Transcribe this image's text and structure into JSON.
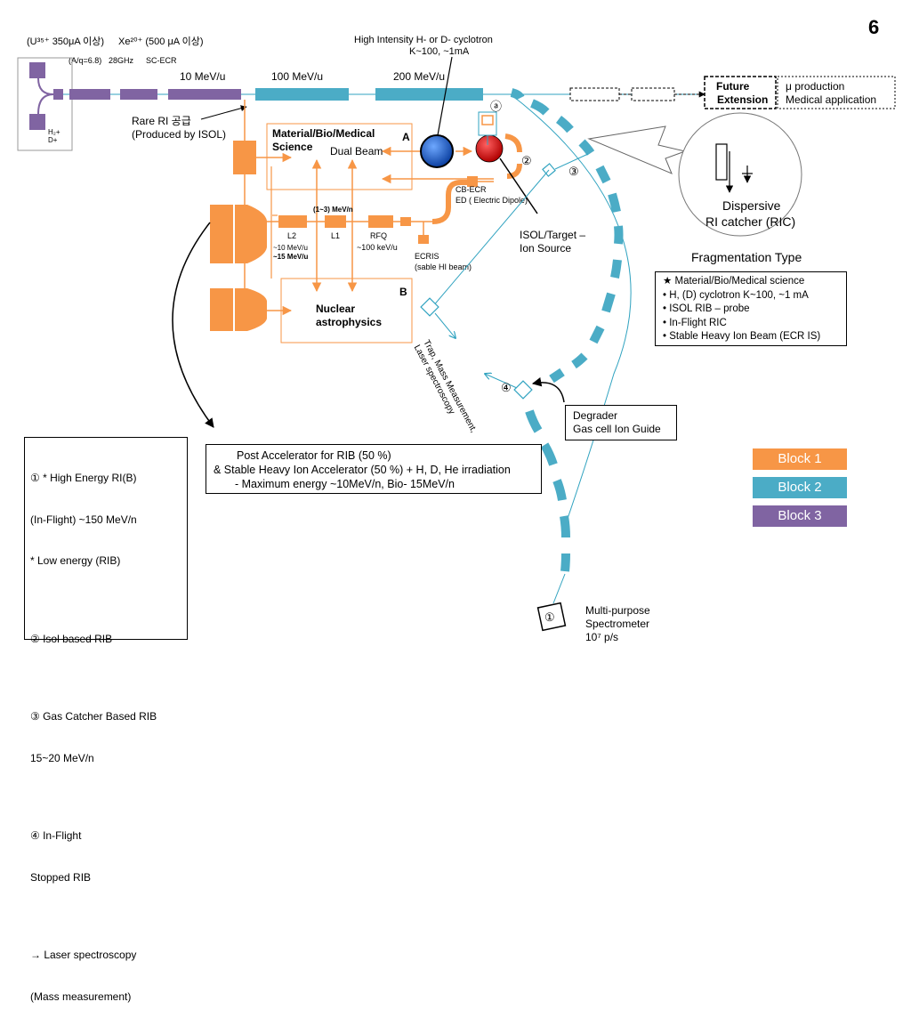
{
  "page_number": "6",
  "colors": {
    "block1": "#F79646",
    "block2": "#4BACC6",
    "block3": "#8064A2",
    "beam_line": "#31A3C0",
    "cyclotron_blue": "#1F5FBF",
    "target_red": "#E00000"
  },
  "source": {
    "u_label": "(U³⁵⁺ 350μA 이상)",
    "xe_label": "Xe²⁰⁺ (500 μA 이상)",
    "aq_label": "(A/q=6.8)",
    "ghz_label": "28GHz",
    "ecr_label": "SC-ECR",
    "h2_label": "H₂+",
    "d_label": "D+"
  },
  "energies": {
    "e10": "10 MeV/u",
    "e100": "100 MeV/u",
    "e200": "200 MeV/u"
  },
  "cyclotron_label": {
    "line1": "High Intensity H- or D- cyclotron",
    "line2": "K~100, ~1mA"
  },
  "future": {
    "line1": "Future",
    "line2": "Extension"
  },
  "mu_box": {
    "line1": "μ production",
    "line2": "Medical application"
  },
  "rare_ri": {
    "line1": "Rare RI 공급",
    "line2": "(Produced by ISOL)"
  },
  "area_a": {
    "title_line1": "Material/Bio/Medical",
    "title_line2": "Science",
    "letter": "A",
    "subtitle": "Dual Beam"
  },
  "area_b": {
    "title_line1": "Nuclear",
    "title_line2": "astrophysics",
    "letter": "B"
  },
  "markers": {
    "a": "ⓐ",
    "m1": "①",
    "m2": "②",
    "m3": "③",
    "m4": "④"
  },
  "post_linac": {
    "energy_range": "(1~3) MeV/n",
    "l2": "L2",
    "l1": "L1",
    "rfq": "RFQ",
    "rfq_energy": "~100 keV/u",
    "out_energy_1": "~10 MeV/u",
    "out_energy_2": "~15 MeV/u",
    "ecris_line1": "ECRIS",
    "ecris_line2": "(sable HI beam)"
  },
  "cb_ecr": {
    "line1": "CB-ECR",
    "line2": "ED ( Electric Dipole)"
  },
  "isol_target": {
    "line1": "ISOL/Target –",
    "line2": "Ion Source"
  },
  "ric": {
    "line1": "Dispersive",
    "line2": "RI catcher (RIC)"
  },
  "fragmentation_title": "Fragmentation Type",
  "fragmentation_items": [
    "★ Material/Bio/Medical science",
    "• H, (D) cyclotron K~100, ~1 mA",
    "• ISOL RIB – probe",
    "• In-Flight RIC",
    "• Stable Heavy Ion Beam (ECR IS)"
  ],
  "trap_label": {
    "line1": "Trap, Mass Measurement,",
    "line2": "Laser spectroscopy"
  },
  "degrader": {
    "line1": "Degrader",
    "line2": "Gas cell Ion Guide"
  },
  "spectrometer": {
    "line1": "Multi-purpose",
    "line2": "Spectrometer",
    "line3": "10⁷ p/s"
  },
  "post_acc_box": [
    "Post Accelerator for RIB (50 %)",
    "& Stable Heavy Ion Accelerator (50 %) + H, D, He irradiation",
    "- Maximum energy ~10MeV/n, Bio- 15MeV/n"
  ],
  "left_box": [
    "① * High Energy RI(B)",
    "     (In-Flight) ~150 MeV/n",
    "   * Low energy (RIB)",
    "",
    "②  Isol based RIB",
    "",
    "③  Gas Catcher Based RIB",
    "     15~20 MeV/n",
    "",
    "④  In-Flight",
    "     Stopped RIB",
    "",
    "→ Laser spectroscopy",
    "(Mass measurement)"
  ],
  "legend": [
    {
      "label": "Block 1"
    },
    {
      "label": "Block 2"
    },
    {
      "label": "Block 3"
    }
  ]
}
